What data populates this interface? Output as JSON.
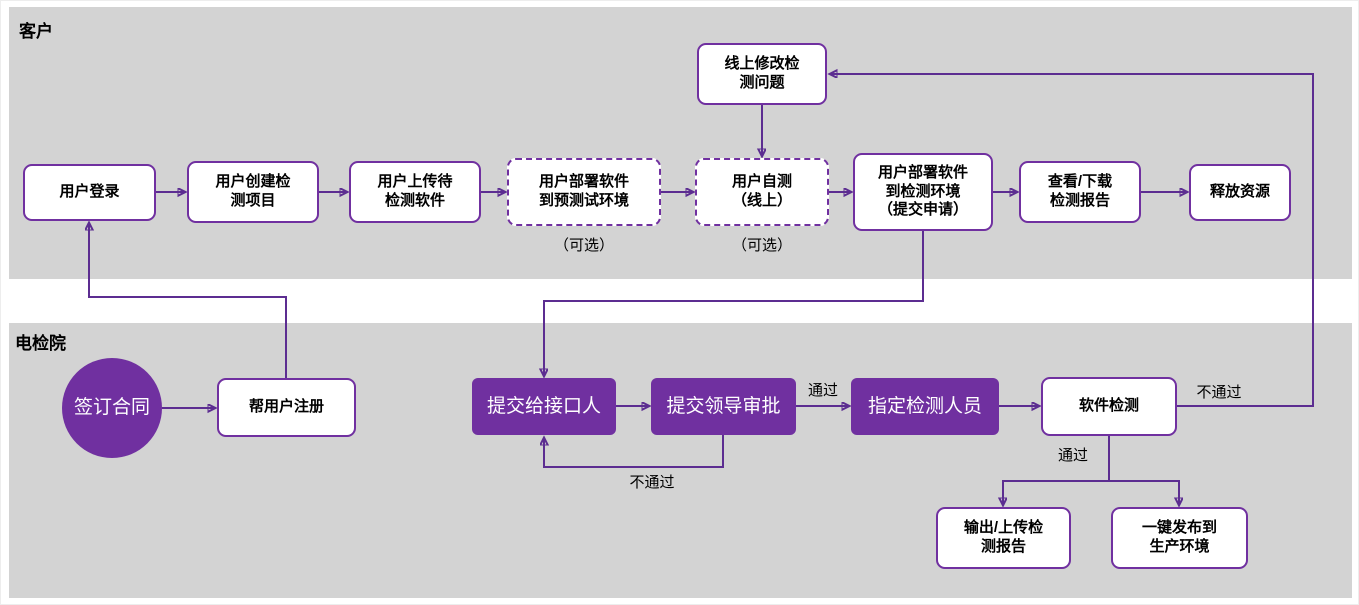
{
  "colors": {
    "panel_gray": "#d3d3d3",
    "node_purple": "#7030A0",
    "arrow_purple": "#5C2D91",
    "box_background": "#ffffff",
    "text": "#000000"
  },
  "sections": {
    "customer": {
      "label": "客户"
    },
    "institute": {
      "label": "电检院"
    }
  },
  "nodes": {
    "login": {
      "label": "用户登录"
    },
    "create_project": {
      "label": "用户创建检\n测项目"
    },
    "upload_software": {
      "label": "用户上传待\n检测软件"
    },
    "deploy_pretest": {
      "label": "用户部署软件\n到预测试环境"
    },
    "self_test": {
      "label": "用户自测\n（线上）"
    },
    "deploy_test": {
      "label": "用户部署软件\n到检测环境\n（提交申请）"
    },
    "view_report": {
      "label": "查看/下载\n检测报告"
    },
    "release": {
      "label": "释放资源"
    },
    "fix_online": {
      "label": "线上修改检\n测问题"
    },
    "sign_contract": {
      "label": "签订合同"
    },
    "register_user": {
      "label": "帮用户注册"
    },
    "submit_contact": {
      "label": "提交给接口人"
    },
    "submit_approval": {
      "label": "提交领导审批"
    },
    "assign_tester": {
      "label": "指定检测人员"
    },
    "software_test": {
      "label": "软件检测"
    },
    "output_report": {
      "label": "输出/上传检\n测报告"
    },
    "publish_prod": {
      "label": "一键发布到\n生产环境"
    }
  },
  "edge_labels": {
    "approval_pass": "通过",
    "test_fail": "不通过",
    "approval_fail": "不通过",
    "test_pass": "通过"
  },
  "annotations": {
    "optional_pretest": "（可选）",
    "optional_selftest": "（可选）"
  }
}
